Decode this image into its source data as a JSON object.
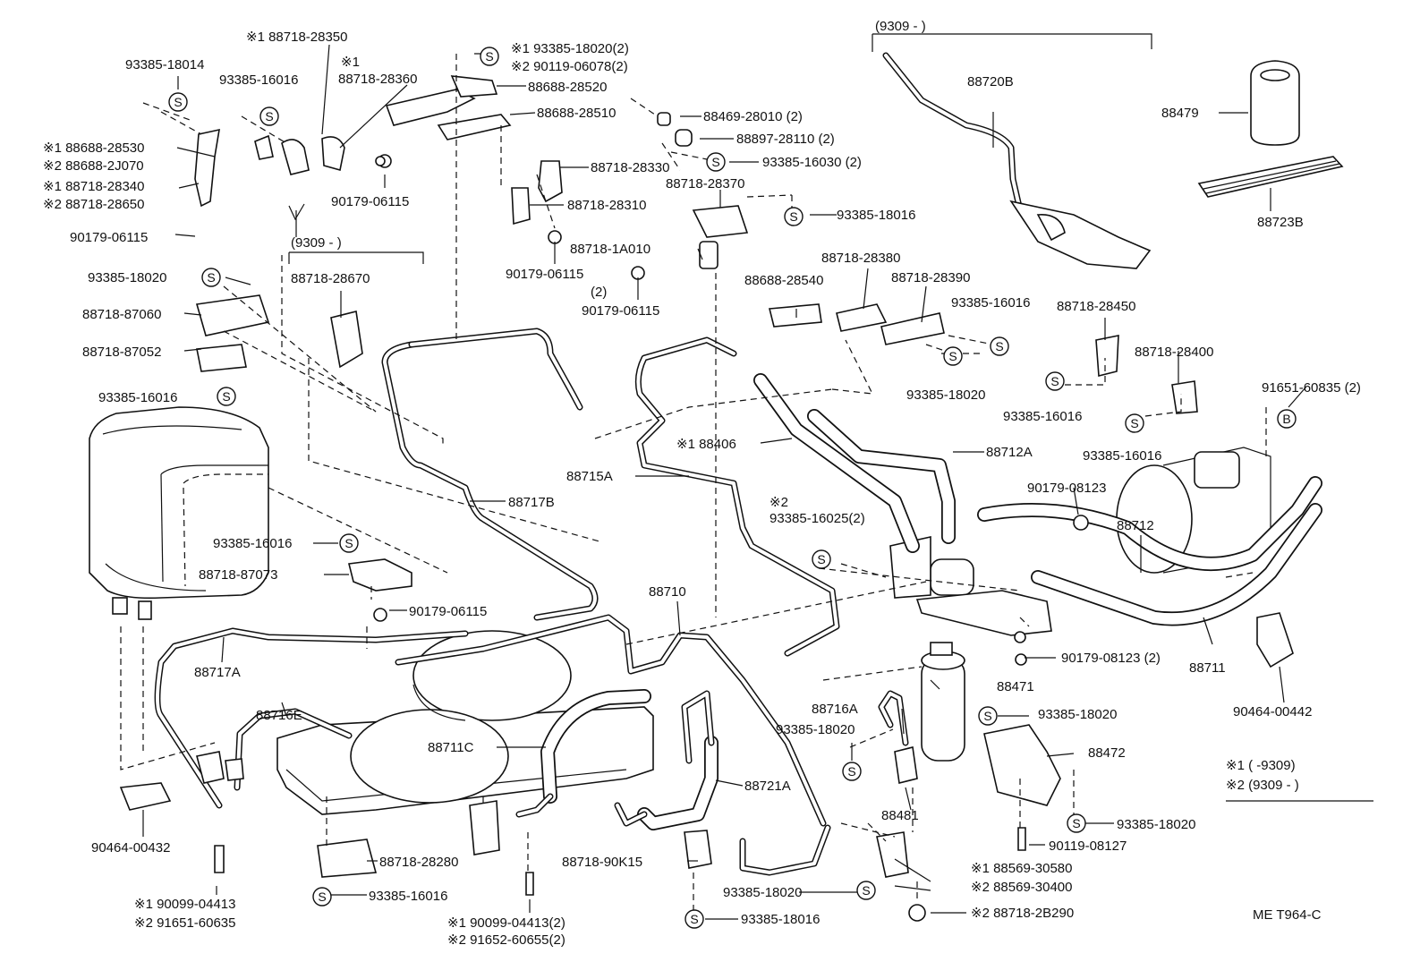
{
  "diagram": {
    "code": "ME T964-C",
    "labels": [
      {
        "id": "l1",
        "text": "※1 88718-28350"
      },
      {
        "id": "l2",
        "text": "93385-18014"
      },
      {
        "id": "l3",
        "text": "※1"
      },
      {
        "id": "l4",
        "text": "93385-16016"
      },
      {
        "id": "l5",
        "text": "88718-28360"
      },
      {
        "id": "l6",
        "text": "※1 88688-28530"
      },
      {
        "id": "l7",
        "text": "※2 88688-2J070"
      },
      {
        "id": "l8",
        "text": "※1 88718-28340"
      },
      {
        "id": "l9",
        "text": "※2 88718-28650"
      },
      {
        "id": "l10",
        "text": "90179-06115"
      },
      {
        "id": "l11",
        "text": "90179-06115"
      },
      {
        "id": "l12",
        "text": "(9309 -          )"
      },
      {
        "id": "l13",
        "text": "88718-28670"
      },
      {
        "id": "l14",
        "text": "93385-18020"
      },
      {
        "id": "l15",
        "text": "88718-87060"
      },
      {
        "id": "l16",
        "text": "88718-87052"
      },
      {
        "id": "l17",
        "text": "93385-16016"
      },
      {
        "id": "l18",
        "text": "※1 93385-18020(2)"
      },
      {
        "id": "l19",
        "text": "※2 90119-06078(2)"
      },
      {
        "id": "l20",
        "text": "88688-28520"
      },
      {
        "id": "l21",
        "text": "88688-28510"
      },
      {
        "id": "l22",
        "text": "88469-28010 (2)"
      },
      {
        "id": "l23",
        "text": "88897-28110 (2)"
      },
      {
        "id": "l24",
        "text": "93385-16030 (2)"
      },
      {
        "id": "l25",
        "text": "88718-28330"
      },
      {
        "id": "l26",
        "text": "88718-28370"
      },
      {
        "id": "l27",
        "text": "88718-28310"
      },
      {
        "id": "l28",
        "text": "93385-18016"
      },
      {
        "id": "l29",
        "text": "88718-1A010"
      },
      {
        "id": "l30",
        "text": "90179-06115"
      },
      {
        "id": "l31",
        "text": "(2)"
      },
      {
        "id": "l32",
        "text": "90179-06115"
      },
      {
        "id": "l33",
        "text": "(9309 -           )"
      },
      {
        "id": "l34",
        "text": "88720B"
      },
      {
        "id": "l35",
        "text": "88479"
      },
      {
        "id": "l36",
        "text": "88723B"
      },
      {
        "id": "l37",
        "text": "88718-28380"
      },
      {
        "id": "l38",
        "text": "88688-28540"
      },
      {
        "id": "l39",
        "text": "88718-28390"
      },
      {
        "id": "l40",
        "text": "93385-16016"
      },
      {
        "id": "l41",
        "text": "88718-28450"
      },
      {
        "id": "l42",
        "text": "93385-18020"
      },
      {
        "id": "l43",
        "text": "88718-28400"
      },
      {
        "id": "l44",
        "text": "93385-16016"
      },
      {
        "id": "l45",
        "text": "91651-60835 (2)"
      },
      {
        "id": "l46",
        "text": "※1 88406"
      },
      {
        "id": "l47",
        "text": "88712A"
      },
      {
        "id": "l48",
        "text": "93385-16016"
      },
      {
        "id": "l49",
        "text": "88715A"
      },
      {
        "id": "l50",
        "text": "88717B"
      },
      {
        "id": "l51",
        "text": "※2"
      },
      {
        "id": "l52",
        "text": "93385-16025(2)"
      },
      {
        "id": "l53",
        "text": "90179-08123"
      },
      {
        "id": "l54",
        "text": "88712"
      },
      {
        "id": "l55",
        "text": "93385-16016"
      },
      {
        "id": "l56",
        "text": "88718-87073"
      },
      {
        "id": "l57",
        "text": "88710"
      },
      {
        "id": "l58",
        "text": "90179-06115"
      },
      {
        "id": "l59",
        "text": "90179-08123 (2)"
      },
      {
        "id": "l60",
        "text": "88711"
      },
      {
        "id": "l61",
        "text": "88717A"
      },
      {
        "id": "l62",
        "text": "88471"
      },
      {
        "id": "l63",
        "text": "88716E"
      },
      {
        "id": "l64",
        "text": "88716A"
      },
      {
        "id": "l65",
        "text": "90464-00442"
      },
      {
        "id": "l66",
        "text": "93385-18020"
      },
      {
        "id": "l67",
        "text": "88711C"
      },
      {
        "id": "l68",
        "text": "93385-18020"
      },
      {
        "id": "l69",
        "text": "88472"
      },
      {
        "id": "l70",
        "text": "※1 (          -9309)"
      },
      {
        "id": "l71",
        "text": "※2 (9309 -           )"
      },
      {
        "id": "l72",
        "text": "88721A"
      },
      {
        "id": "l73",
        "text": "88481"
      },
      {
        "id": "l74",
        "text": "93385-18020"
      },
      {
        "id": "l75",
        "text": "90464-00432"
      },
      {
        "id": "l76",
        "text": "90119-08127"
      },
      {
        "id": "l77",
        "text": "88718-28280"
      },
      {
        "id": "l78",
        "text": "88718-90K15"
      },
      {
        "id": "l79",
        "text": "※1 88569-30580"
      },
      {
        "id": "l80",
        "text": "93385-18020"
      },
      {
        "id": "l81",
        "text": "※2 88569-30400"
      },
      {
        "id": "l82",
        "text": "93385-16016"
      },
      {
        "id": "l83",
        "text": "※1 90099-04413"
      },
      {
        "id": "l84",
        "text": "※2 91651-60635"
      },
      {
        "id": "l85",
        "text": "※2 88718-2B290"
      },
      {
        "id": "l86",
        "text": "93385-18016"
      },
      {
        "id": "l87",
        "text": "※1 90099-04413(2)"
      },
      {
        "id": "l88",
        "text": "※2 91652-60655(2)"
      }
    ],
    "symbols": [
      {
        "id": "s1",
        "text": "S"
      },
      {
        "id": "s2",
        "text": "S"
      },
      {
        "id": "s3",
        "text": "S"
      },
      {
        "id": "s4",
        "text": "S"
      },
      {
        "id": "s5",
        "text": "S"
      },
      {
        "id": "s6",
        "text": "S"
      },
      {
        "id": "s7",
        "text": "S"
      },
      {
        "id": "s8",
        "text": "S"
      },
      {
        "id": "s9",
        "text": "S"
      },
      {
        "id": "s10",
        "text": "S"
      },
      {
        "id": "s11",
        "text": "S"
      },
      {
        "id": "s12",
        "text": "B"
      },
      {
        "id": "s13",
        "text": "S"
      },
      {
        "id": "s14",
        "text": "S"
      },
      {
        "id": "s15",
        "text": "S"
      },
      {
        "id": "s16",
        "text": "S"
      },
      {
        "id": "s17",
        "text": "S"
      },
      {
        "id": "s18",
        "text": "S"
      },
      {
        "id": "s19",
        "text": "S"
      },
      {
        "id": "s20",
        "text": "S"
      }
    ]
  }
}
